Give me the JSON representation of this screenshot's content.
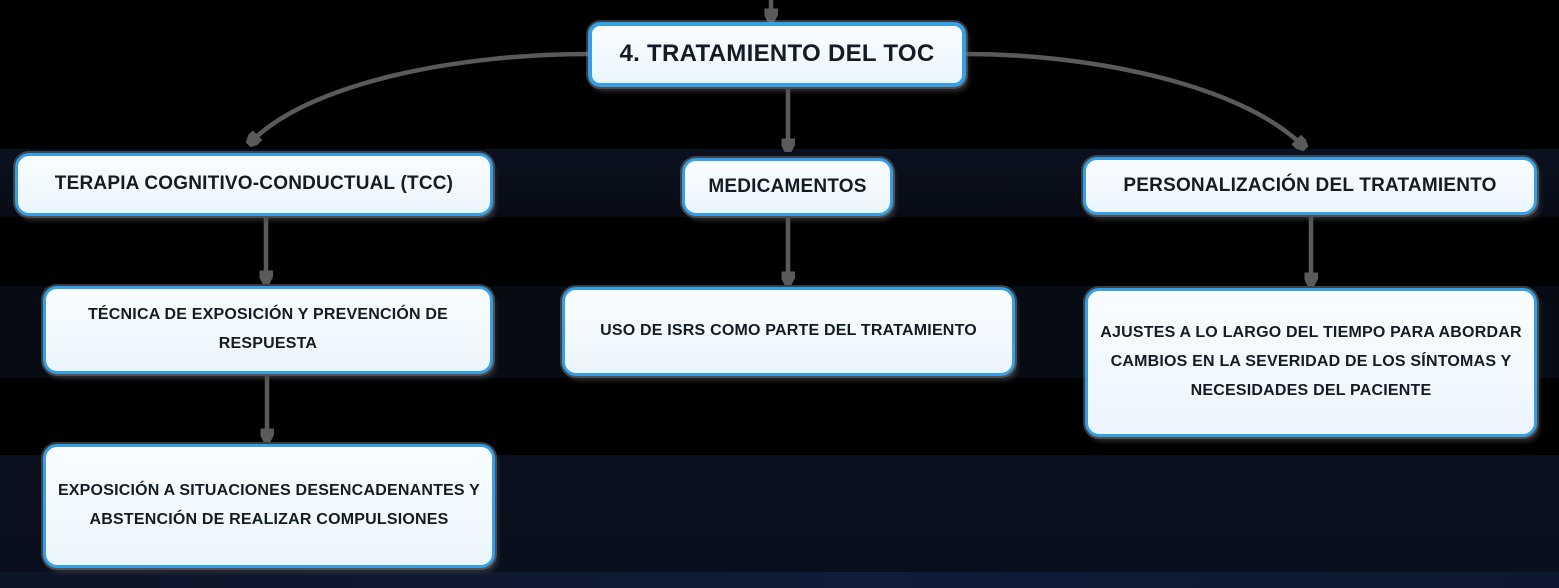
{
  "diagram": {
    "title": "4. TRATAMIENTO DEL TOC",
    "branches": [
      {
        "label": "TERAPIA COGNITIVO-CONDUCTUAL (TCC)",
        "children": [
          "TÉCNICA DE EXPOSICIÓN Y PREVENCIÓN DE RESPUESTA",
          "EXPOSICIÓN A SITUACIONES DESENCADENANTES Y ABSTENCIÓN DE REALIZAR COMPULSIONES"
        ]
      },
      {
        "label": "MEDICAMENTOS",
        "children": [
          "USO DE ISRS COMO PARTE DEL TRATAMIENTO"
        ]
      },
      {
        "label": "PERSONALIZACIÓN DEL TRATAMIENTO",
        "children": [
          "AJUSTES A LO LARGO DEL TIEMPO PARA ABORDAR CAMBIOS EN LA SEVERIDAD DE LOS SÍNTOMAS Y NECESIDADES DEL PACIENTE"
        ]
      }
    ],
    "colors": {
      "background": "#000000",
      "node_fill": "#f2f9fe",
      "node_border": "#379fe6",
      "connector": "#5a5a5a",
      "text": "#121c26"
    }
  }
}
